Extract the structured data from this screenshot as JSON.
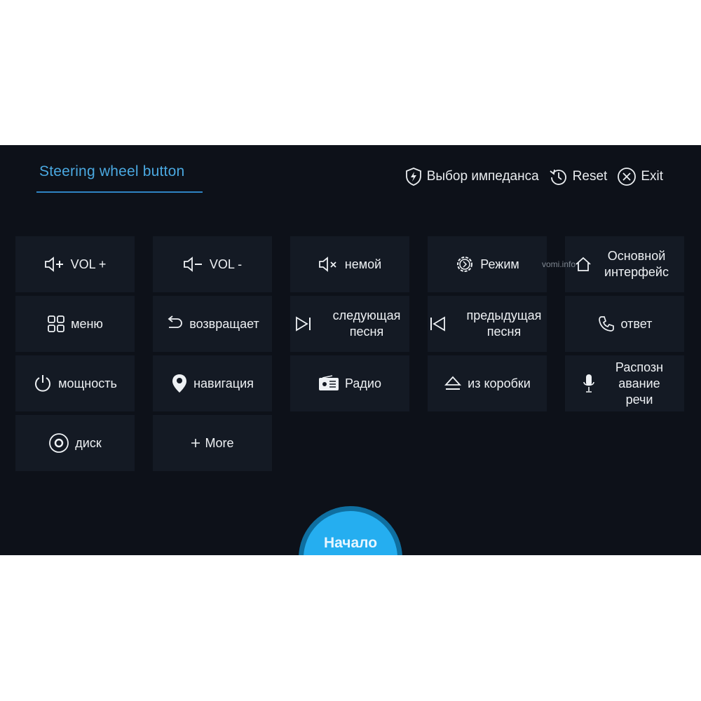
{
  "header": {
    "title": "Steering wheel button",
    "impedance_label": "Выбор импеданса",
    "reset_label": "Reset",
    "exit_label": "Exit"
  },
  "watermark": "vomi.info",
  "buttons": [
    {
      "label": "VOL +",
      "icon": "volume-up-icon"
    },
    {
      "label": "VOL -",
      "icon": "volume-down-icon"
    },
    {
      "label": "немой",
      "icon": "mute-icon"
    },
    {
      "label": "Режим",
      "icon": "mode-icon"
    },
    {
      "label": "Основной интерфейс",
      "icon": "home-icon"
    },
    {
      "label": "меню",
      "icon": "menu-grid-icon"
    },
    {
      "label": "возвращает",
      "icon": "back-icon"
    },
    {
      "label": "следующая песня",
      "icon": "next-track-icon"
    },
    {
      "label": "предыдущая песня",
      "icon": "previous-track-icon"
    },
    {
      "label": "ответ",
      "icon": "phone-icon"
    },
    {
      "label": "мощность",
      "icon": "power-icon"
    },
    {
      "label": "навигация",
      "icon": "location-pin-icon"
    },
    {
      "label": "Радио",
      "icon": "radio-icon"
    },
    {
      "label": "из коробки",
      "icon": "eject-icon"
    },
    {
      "label": "Распозн авание речи",
      "icon": "microphone-icon"
    },
    {
      "label": "диск",
      "icon": "disc-icon"
    },
    {
      "label": "More",
      "icon": "plus-icon"
    }
  ],
  "start_button": {
    "label": "Начало"
  },
  "colors": {
    "background": "#0d1119",
    "tile": "#141a24",
    "accent": "#25aef0",
    "title": "#4aa8e0"
  }
}
